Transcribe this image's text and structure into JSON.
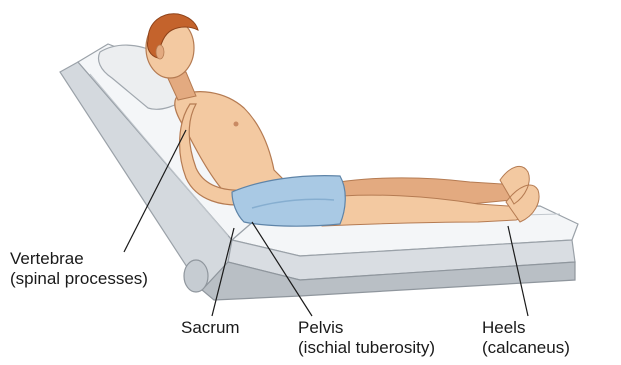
{
  "figure": {
    "labels": {
      "vertebrae": {
        "line1": "Vertebrae",
        "line2": "(spinal processes)"
      },
      "sacrum": {
        "line1": "Sacrum"
      },
      "pelvis": {
        "line1": "Pelvis",
        "line2": "(ischial tuberosity)"
      },
      "heels": {
        "line1": "Heels",
        "line2": "(calcaneus)"
      }
    },
    "colors": {
      "mattress_top": "#f4f6f8",
      "mattress_side": "#d4d9de",
      "bed_frame": "#b9bfc5",
      "skin": "#f3c9a1",
      "skin_shadow": "#e3aa80",
      "hair": "#c4632c",
      "shorts": "#a9c9e4",
      "shorts_shadow": "#86aed0",
      "pillow": "#eceef0",
      "leader_line": "#1a1a1a"
    }
  }
}
